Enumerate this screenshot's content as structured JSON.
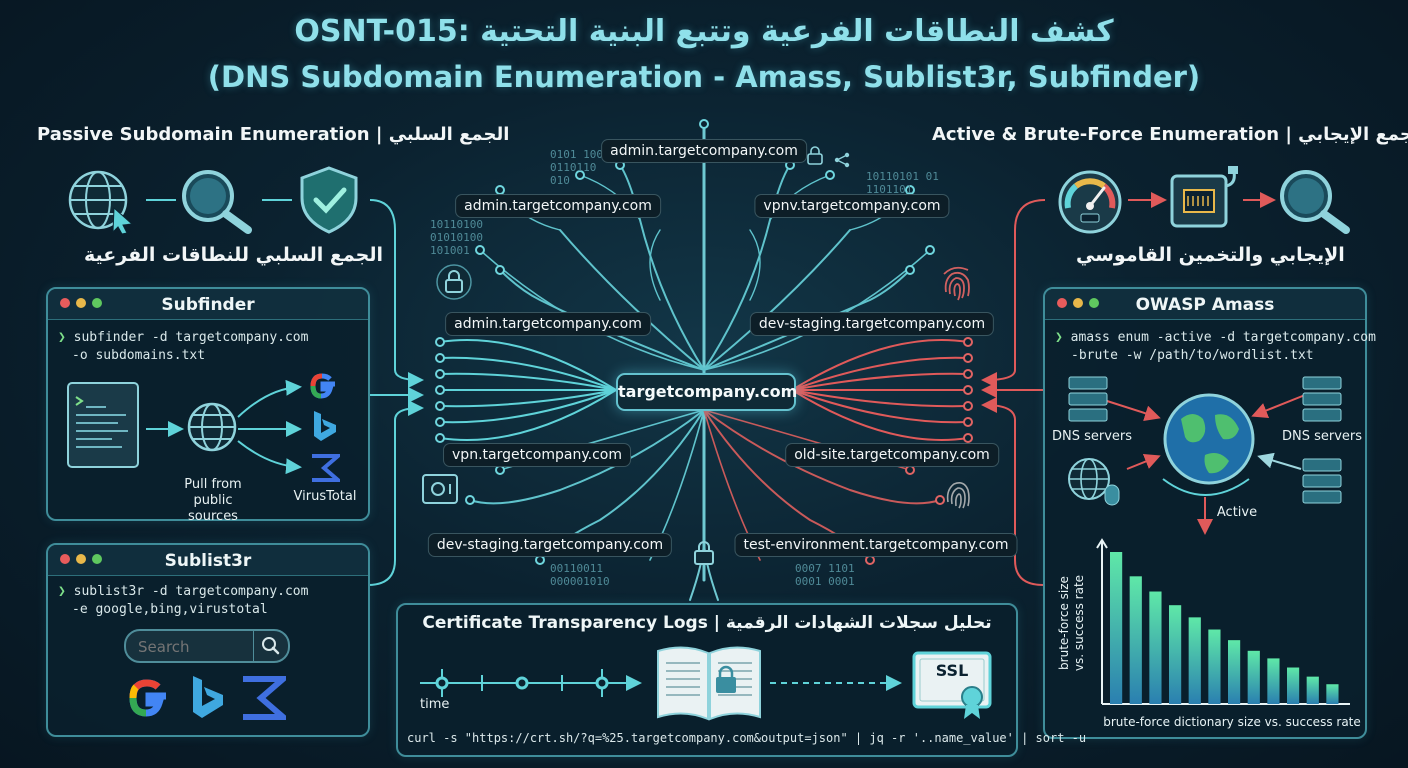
{
  "title": {
    "line1": "OSNT-015: كشف النطاقات الفرعية وتتبع البنية التحتية",
    "line2": "(DNS Subdomain Enumeration - Amass, Sublist3r, Subfinder)"
  },
  "passive": {
    "heading": "Passive Subdomain Enumeration | الجمع السلبي",
    "subheading": "الجمع السلبي للنطاقات الفرعية",
    "icons": [
      "globe-cursor-icon",
      "magnifier-icon",
      "shield-check-icon"
    ]
  },
  "subfinder": {
    "title": "Subfinder",
    "cmd_line1": "subfinder -d targetcompany.com",
    "cmd_line2": "-o subdomains.txt",
    "pull_label": "Pull from public\nsources",
    "virustotal_label": "VirusTotal"
  },
  "sublist3r": {
    "title": "Sublist3r",
    "cmd_line1": "sublist3r -d targetcompany.com",
    "cmd_line2": "-e google,bing,virustotal",
    "search_placeholder": "Search"
  },
  "active": {
    "heading": "Active & Brute-Force Enumeration | الجمع الإيجابي",
    "subheading": "الإيجابي والتخمين القاموسي",
    "icons": [
      "gauge-icon",
      "network-port-icon",
      "magnifier-icon"
    ]
  },
  "amass": {
    "title": "OWASP Amass",
    "cmd_line1": "amass enum -active -d targetcompany.com",
    "cmd_line2": "-brute -w /path/to/wordlist.txt",
    "dns_left": "DNS servers",
    "dns_right": "DNS servers",
    "active_label": "Active"
  },
  "tree": {
    "root": "targetcompany.com",
    "nodes": [
      "admin.targetcompany.com",
      "admin.targetcompany.com",
      "vpnv.targetcompany.com",
      "admin.targetcompany.com",
      "dev-staging.targetcompany.com",
      "vpn.targetcompany.com",
      "old-site.targetcompany.com",
      "dev-staging.targetcompany.com",
      "test-environment.targetcompany.com"
    ],
    "binary": [
      "0101 1001\n0110110\n010",
      "10110100\n01010100\n101001",
      "10110101 01\n1101101\n1101",
      "00110011\n000001010",
      "0007 1101\n0001 0001"
    ]
  },
  "ct": {
    "heading": "Certificate Transparency Logs | تحليل سجلات الشهادات الرقمية",
    "time_label": "time",
    "ssl_label": "SSL",
    "cmd": "curl -s \"https://crt.sh/?q=%25.targetcompany.com&output=json\" | jq -r '..name_value' | sort -u"
  },
  "colors": {
    "accent_teal": "#5fd3d9",
    "accent_red": "#e05a5a",
    "panel_border": "#3f8d9a",
    "terminal_prompt": "#7ee08a"
  },
  "chart_data": {
    "type": "bar",
    "xlabel": "brute-force dictionary size vs. success rate",
    "ylabel": "brute-force size\nvs. success rate",
    "values": [
      100,
      84,
      74,
      65,
      57,
      49,
      42,
      35,
      30,
      24,
      18,
      13
    ]
  }
}
